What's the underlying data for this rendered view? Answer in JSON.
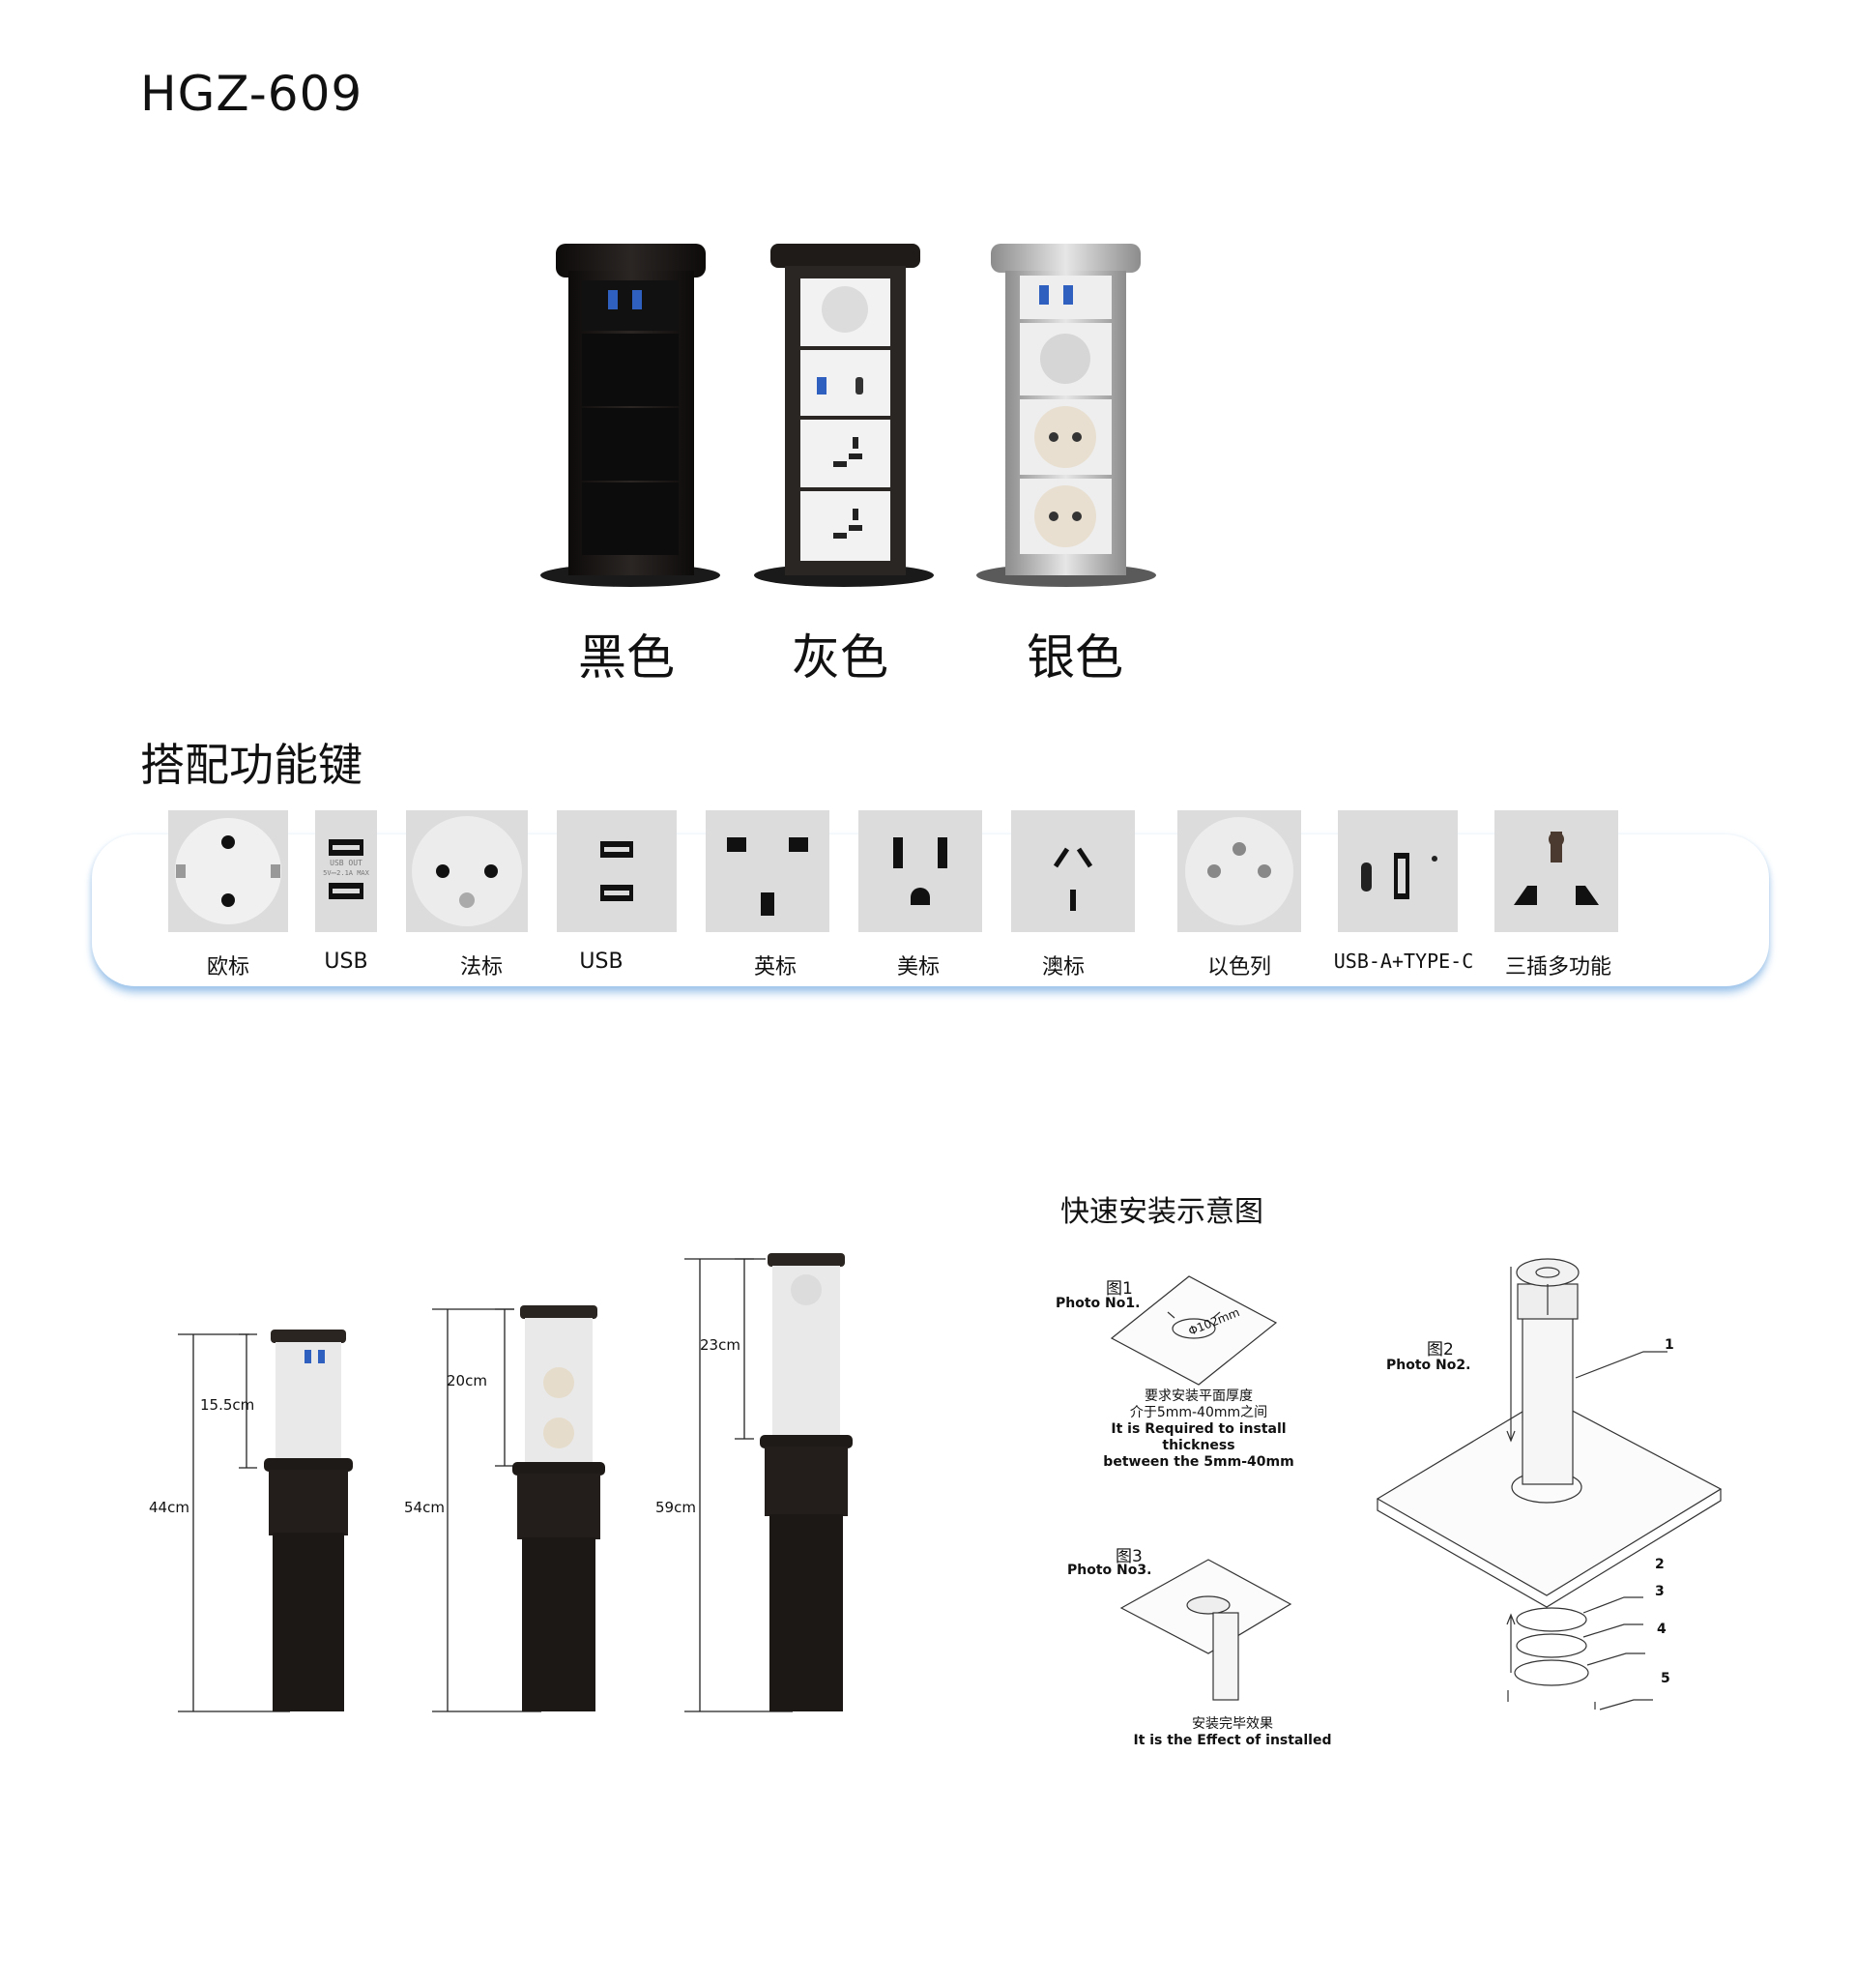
{
  "model": "HGZ-609",
  "colors": [
    {
      "label": "黑色",
      "hex": "#1a1614"
    },
    {
      "label": "灰色",
      "hex": "#2a2624"
    },
    {
      "label": "银色",
      "hex": "#b9b9b9"
    }
  ],
  "section_title": "搭配功能键",
  "modules": [
    {
      "label": "欧标",
      "icon": "schuko-socket-icon"
    },
    {
      "label": "USB",
      "icon": "dual-usb-icon",
      "print": [
        "USB  OUT",
        "5V⎓2.1A MAX"
      ]
    },
    {
      "label": "法标",
      "icon": "french-socket-icon"
    },
    {
      "label": "USB",
      "icon": "dual-usb-icon"
    },
    {
      "label": "英标",
      "icon": "uk-socket-icon"
    },
    {
      "label": "美标",
      "icon": "us-socket-icon"
    },
    {
      "label": "澳标",
      "icon": "au-socket-icon"
    },
    {
      "label": "以色列",
      "icon": "israel-socket-icon"
    },
    {
      "label": "USB-A+TYPE-C",
      "icon": "usb-a-typec-icon"
    },
    {
      "label": "三插多功能",
      "icon": "universal-socket-icon"
    }
  ],
  "heights": [
    {
      "total": "44cm",
      "pop": "15.5cm"
    },
    {
      "total": "54cm",
      "pop": "20cm"
    },
    {
      "total": "59cm",
      "pop": "23cm"
    }
  ],
  "install": {
    "title": "快速安装示意图",
    "photo1": {
      "cn": "图1",
      "en": "Photo No1.",
      "hole": "Φ102mm",
      "note_cn_1": "要求安装平面厚度",
      "note_cn_2": "介于5mm-40mm之间",
      "note_en_1": "It is Required to install thickness",
      "note_en_2": "between the 5mm-40mm"
    },
    "photo2": {
      "cn": "图2",
      "en": "Photo No2.",
      "parts": [
        "1",
        "2",
        "3",
        "4",
        "5"
      ]
    },
    "photo3": {
      "cn": "图3",
      "en": "Photo No3.",
      "note_cn": "安装完毕效果",
      "note_en": "It is the Effect of installed"
    }
  },
  "accent": "#9cc3ea"
}
